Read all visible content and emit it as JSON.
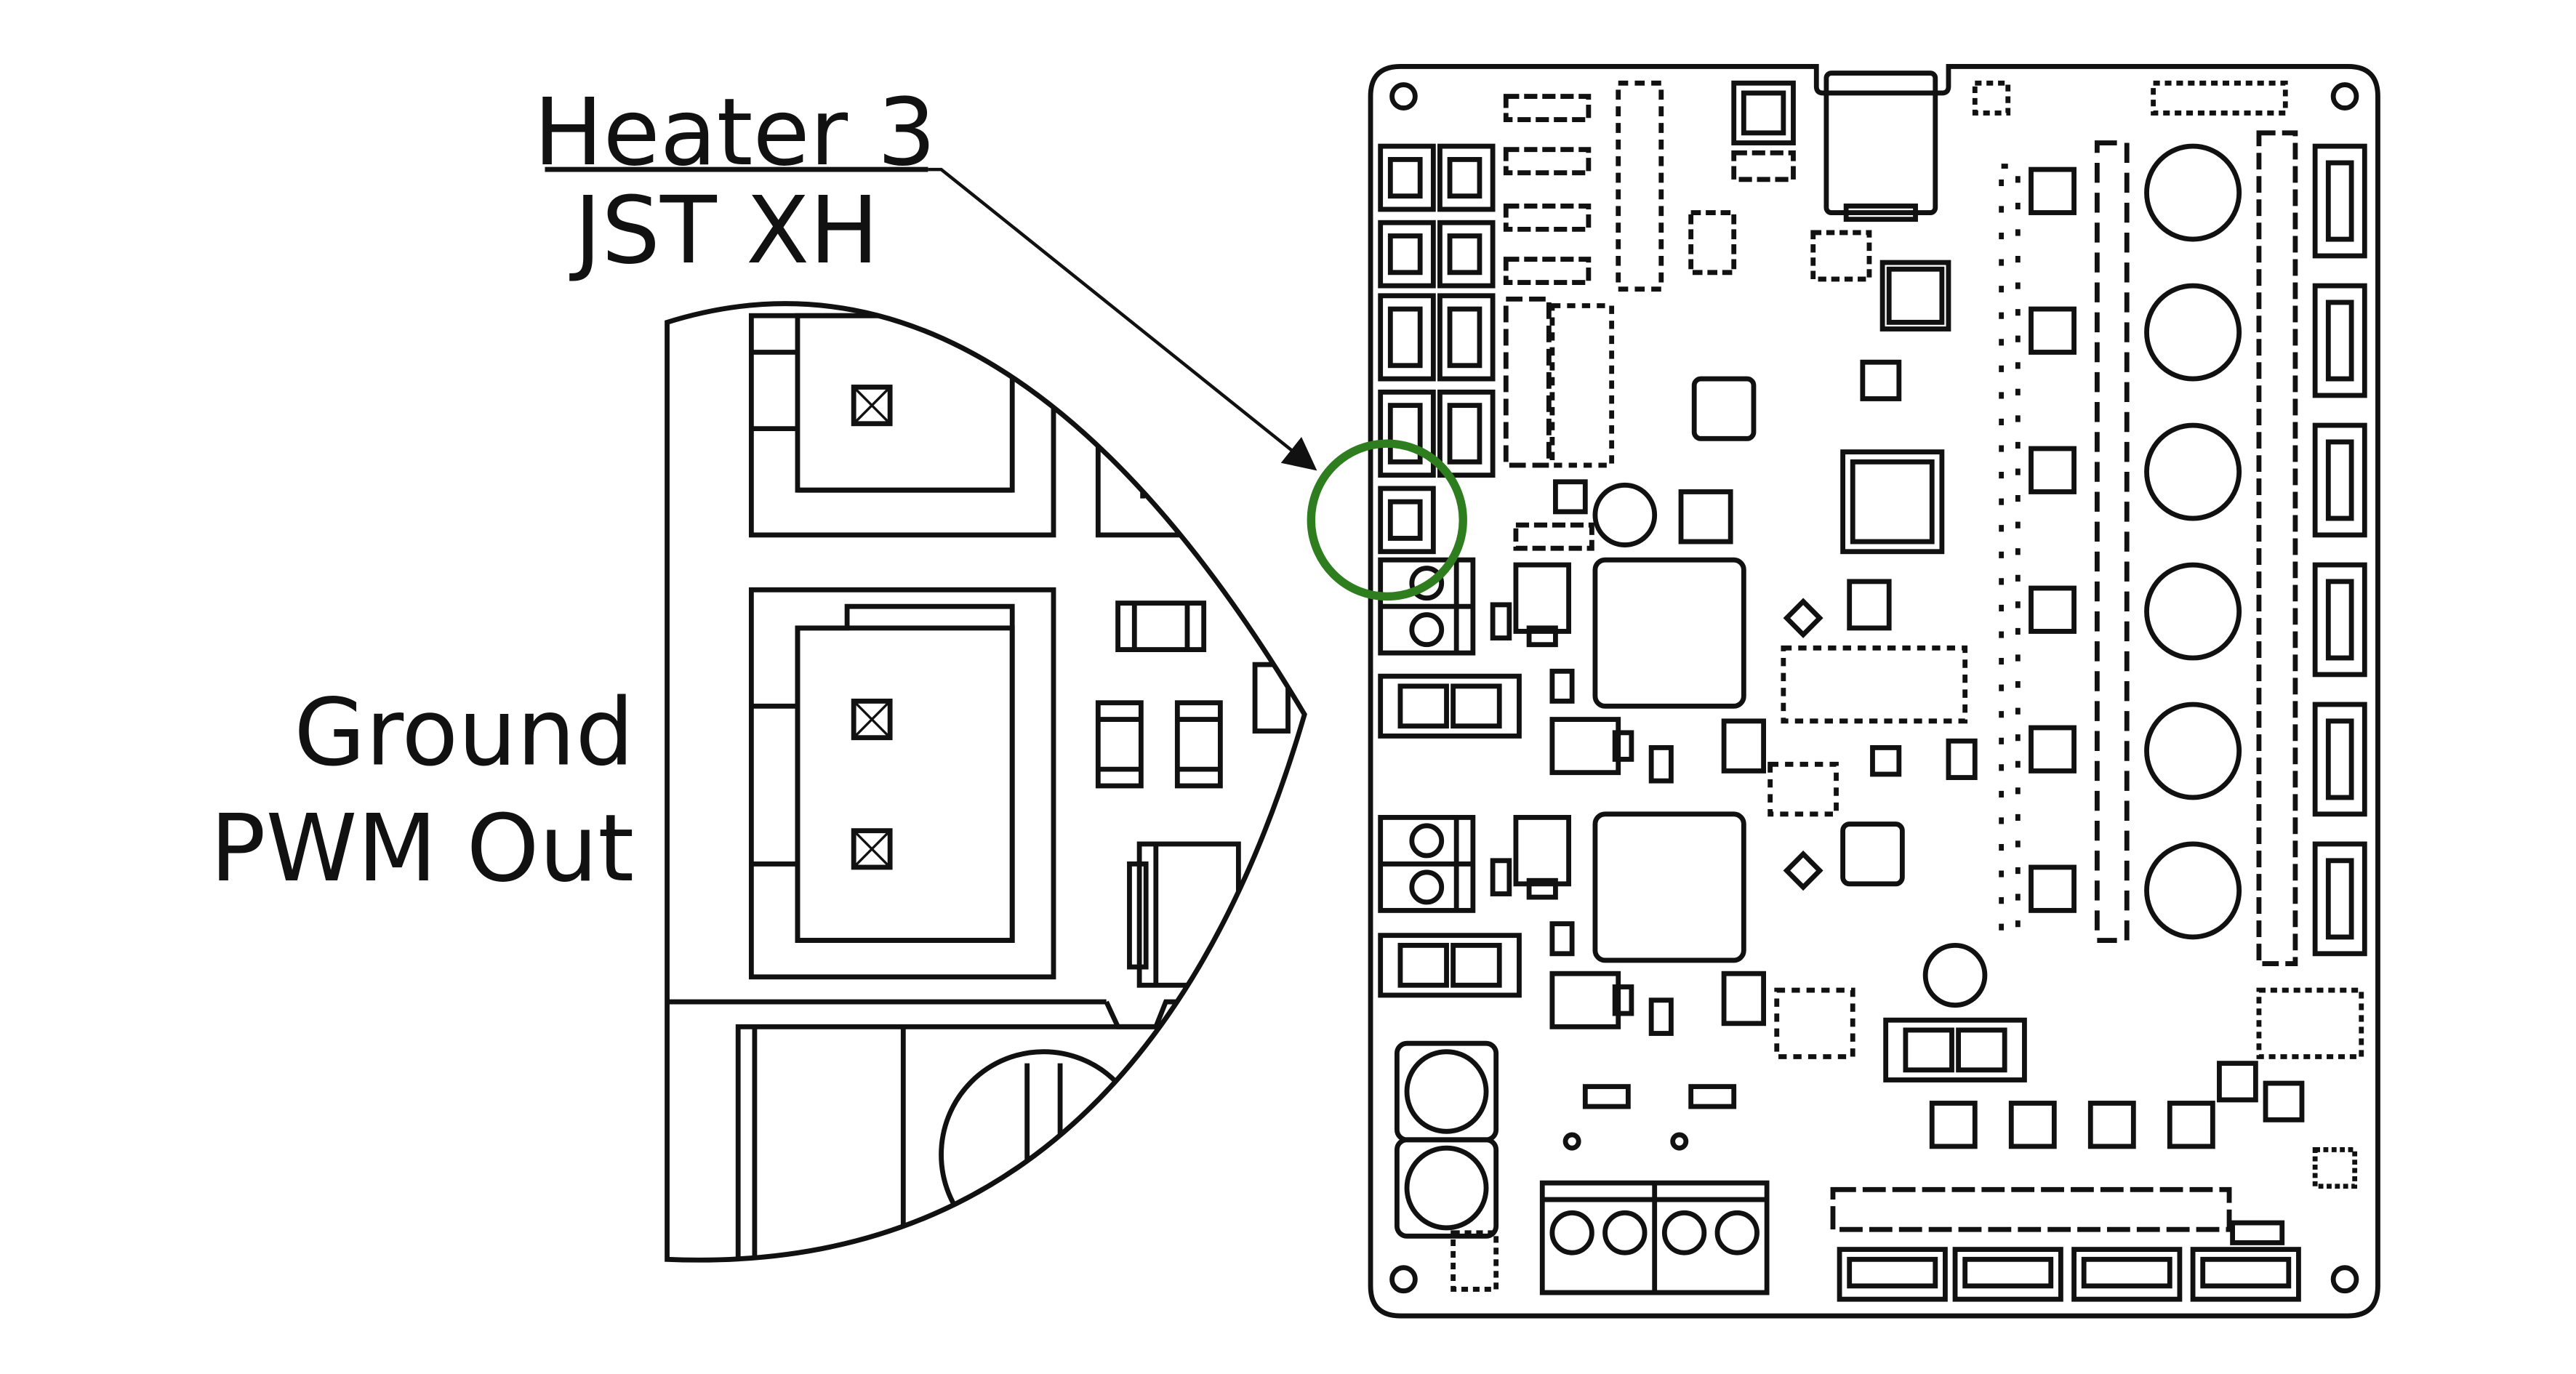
{
  "callout": {
    "title": "Heater 3",
    "subtitle": "JST XH"
  },
  "pins": {
    "top": "Ground",
    "bottom": "PWM Out"
  },
  "colors": {
    "highlight": "#2e7d1e",
    "ink": "#111111"
  }
}
